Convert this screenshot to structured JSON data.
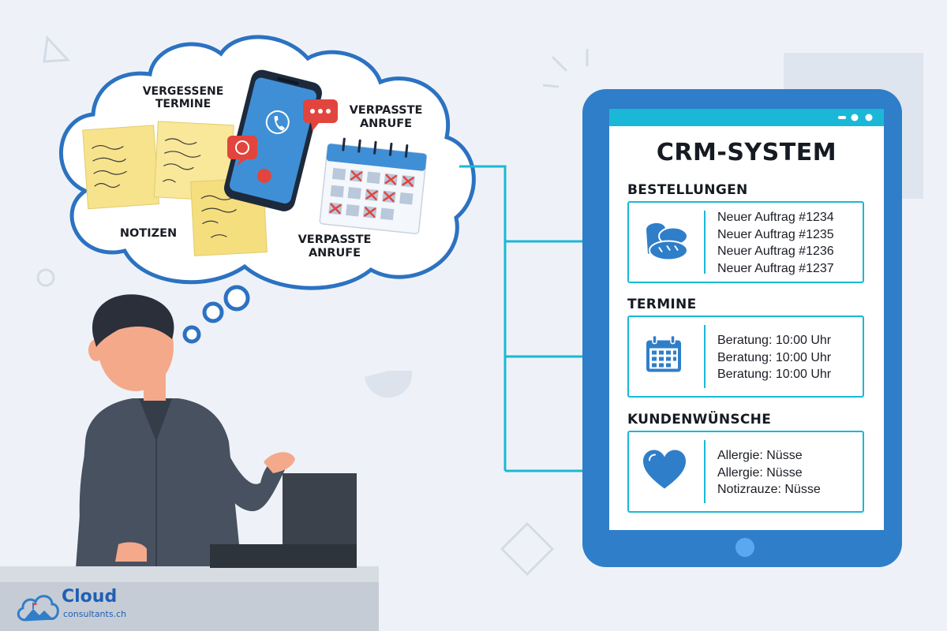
{
  "thought_bubble": {
    "label_forgotten": "VERGESSENE\nTERMINE",
    "label_missed_top": "VERPASSTE\nANRUFE",
    "label_notes": "NOTIZEN",
    "label_missed_bottom": "VERPASSTE\nANRUFE"
  },
  "crm": {
    "title": "CRM-SYSTEM",
    "sections": [
      {
        "heading": "BESTELLUNGEN",
        "icon": "bread-icon",
        "items": [
          "Neuer Auftrag #1234",
          "Neuer Auftrag #1235",
          "Neuer Auftrag #1236",
          "Neuer Auftrag #1237"
        ]
      },
      {
        "heading": "TERMINE",
        "icon": "calendar-icon",
        "items": [
          "Beratung: 10:00 Uhr",
          "Beratung: 10:00 Uhr",
          "Beratung: 10:00 Uhr"
        ]
      },
      {
        "heading": "KUNDENWÜNSCHE",
        "icon": "heart-icon",
        "items": [
          "Allergie: Nüsse",
          "Allergie: Nüsse",
          "Notizrauze: Nüsse"
        ]
      }
    ]
  },
  "brand": {
    "name": "Cloud",
    "domain": "consultants.ch"
  },
  "colors": {
    "accent": "#1ab8d6",
    "tablet": "#2f7ec9",
    "note": "#f7e38c",
    "alert": "#e2453d"
  }
}
